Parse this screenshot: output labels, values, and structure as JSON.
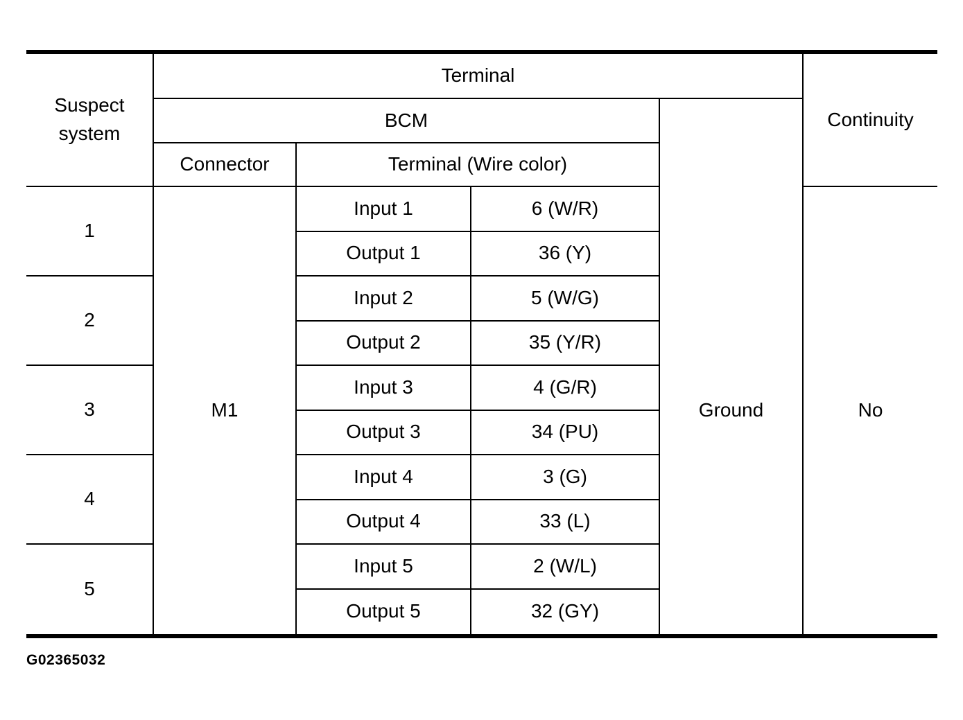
{
  "header": {
    "suspect_system": "Suspect system",
    "terminal": "Terminal",
    "bcm": "BCM",
    "connector": "Connector",
    "terminal_wire_color": "Terminal (Wire color)",
    "continuity": "Continuity"
  },
  "body": {
    "connector": "M1",
    "ground": "Ground",
    "continuity": "No",
    "groups": [
      {
        "suspect": "1",
        "signals": [
          {
            "label": "Input 1",
            "terminal": "6 (W/R)"
          },
          {
            "label": "Output 1",
            "terminal": "36 (Y)"
          }
        ]
      },
      {
        "suspect": "2",
        "signals": [
          {
            "label": "Input 2",
            "terminal": "5 (W/G)"
          },
          {
            "label": "Output 2",
            "terminal": "35 (Y/R)"
          }
        ]
      },
      {
        "suspect": "3",
        "signals": [
          {
            "label": "Input 3",
            "terminal": "4 (G/R)"
          },
          {
            "label": "Output 3",
            "terminal": "34 (PU)"
          }
        ]
      },
      {
        "suspect": "4",
        "signals": [
          {
            "label": "Input 4",
            "terminal": "3 (G)"
          },
          {
            "label": "Output 4",
            "terminal": "33 (L)"
          }
        ]
      },
      {
        "suspect": "5",
        "signals": [
          {
            "label": "Input 5",
            "terminal": "2 (W/L)"
          },
          {
            "label": "Output 5",
            "terminal": "32 (GY)"
          }
        ]
      }
    ]
  },
  "footer": {
    "figure_id": "G02365032"
  },
  "colors": {
    "line": "#000000",
    "text": "#000000",
    "background": "#ffffff"
  }
}
